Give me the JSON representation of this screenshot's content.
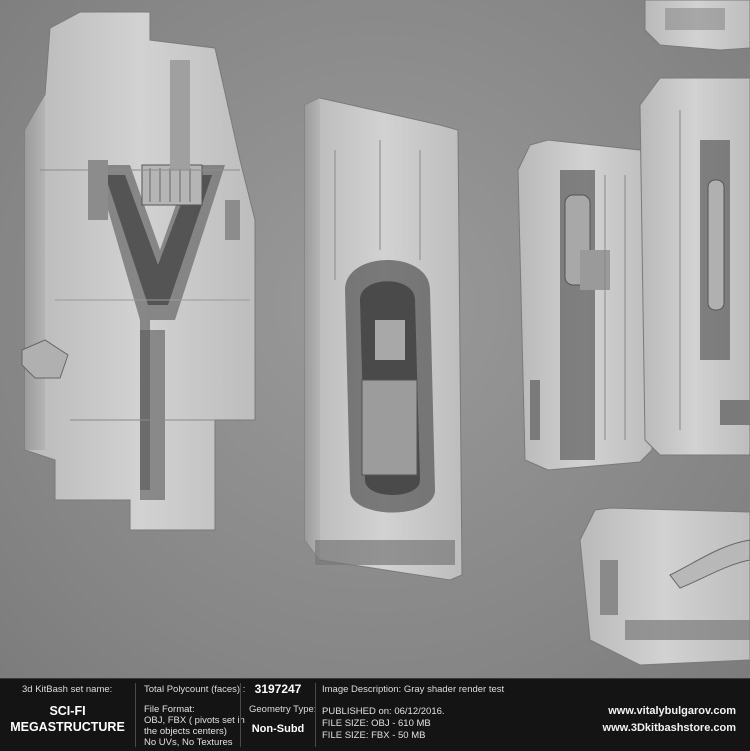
{
  "set": {
    "label": "3d KitBash set name:",
    "name_line1": "SCI-FI",
    "name_line2": "MEGASTRUCTURE"
  },
  "polycount": {
    "label": "Total Polycount (faces) :",
    "value": "3197247"
  },
  "file_format": {
    "label": "File Format:",
    "line1": "OBJ, FBX ( pivots set in",
    "line2": "the objects centers)",
    "line3": "No UVs, No Textures"
  },
  "geometry": {
    "label": "Geometry Type:",
    "value": "Non-Subd"
  },
  "image_description": "Image Description: Gray shader render test",
  "published": "PUBLISHED on: 06/12/2016.",
  "file_size_obj": "FILE SIZE: OBJ - 610 MB",
  "file_size_fbx": "FILE SIZE: FBX - 50 MB",
  "links": {
    "site1": "www.vitalybulgarov.com",
    "site2": "www.3Dkitbashstore.com"
  },
  "colors": {
    "panel_light": "#c9c9c9",
    "panel_mid": "#a9a9a9",
    "panel_dark": "#4f4f4f",
    "background": "#8a8a8a",
    "info_bg": "#141414"
  }
}
